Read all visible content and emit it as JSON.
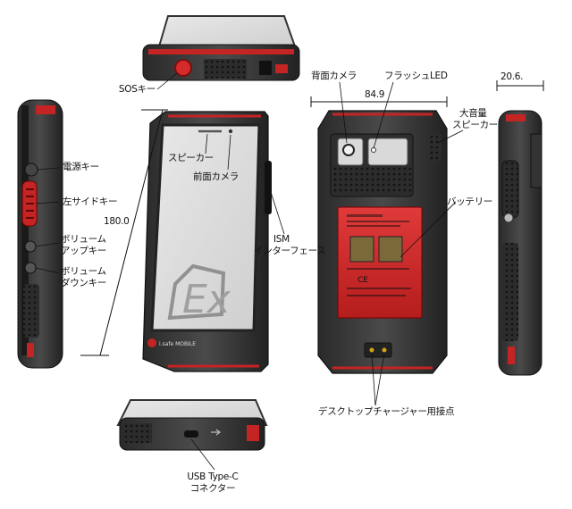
{
  "callouts": {
    "sos_key": "SOSキー",
    "power_key": "電源キー",
    "left_side_key": "左サイドキー",
    "volume_up_key_1": "ボリューム",
    "volume_up_key_2": "アップキー",
    "volume_down_key_1": "ボリューム",
    "volume_down_key_2": "ダウンキー",
    "speaker": "スピーカー",
    "front_camera": "前面カメラ",
    "ism_interface_1": "ISM",
    "ism_interface_2": "インターフェース",
    "rear_camera": "背面カメラ",
    "flash_led": "フラッシュLED",
    "loud_speaker_1": "大音量",
    "loud_speaker_2": "スピーカー",
    "battery": "バッテリー",
    "desktop_charger_contacts": "デスクトップチャージャー用接点",
    "usb_type_c_1": "USB Type-C",
    "usb_type_c_2": "コネクター"
  },
  "dimensions": {
    "width": "84.9",
    "depth": "20.6.",
    "height": "180.0"
  },
  "device_marks": {
    "brand": "i.safe MOBILE",
    "ex_symbol": "Ex",
    "ce_mark": "CE"
  }
}
